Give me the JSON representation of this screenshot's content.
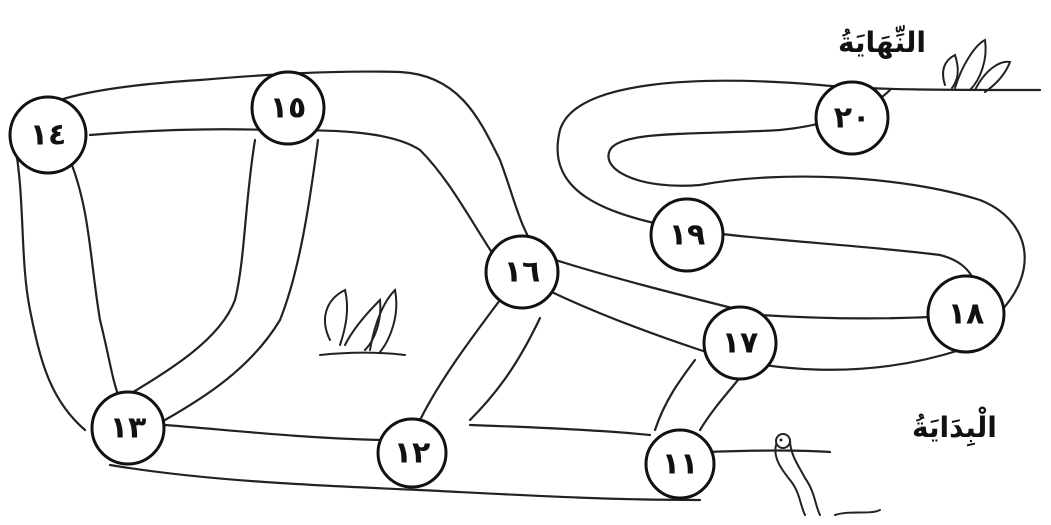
{
  "labels": {
    "finish": "النِّهَايَةُ",
    "start": "الْبِدَايَةُ"
  },
  "nodes": [
    {
      "id": "n11",
      "label": "١١"
    },
    {
      "id": "n12",
      "label": "١٢"
    },
    {
      "id": "n13",
      "label": "١٣"
    },
    {
      "id": "n14",
      "label": "١٤"
    },
    {
      "id": "n15",
      "label": "١٥"
    },
    {
      "id": "n16",
      "label": "١٦"
    },
    {
      "id": "n17",
      "label": "١٧"
    },
    {
      "id": "n18",
      "label": "١٨"
    },
    {
      "id": "n19",
      "label": "١٩"
    },
    {
      "id": "n20",
      "label": "٢٠"
    }
  ],
  "icons": {
    "creature": "worm-icon",
    "plant": "grass-icon"
  }
}
